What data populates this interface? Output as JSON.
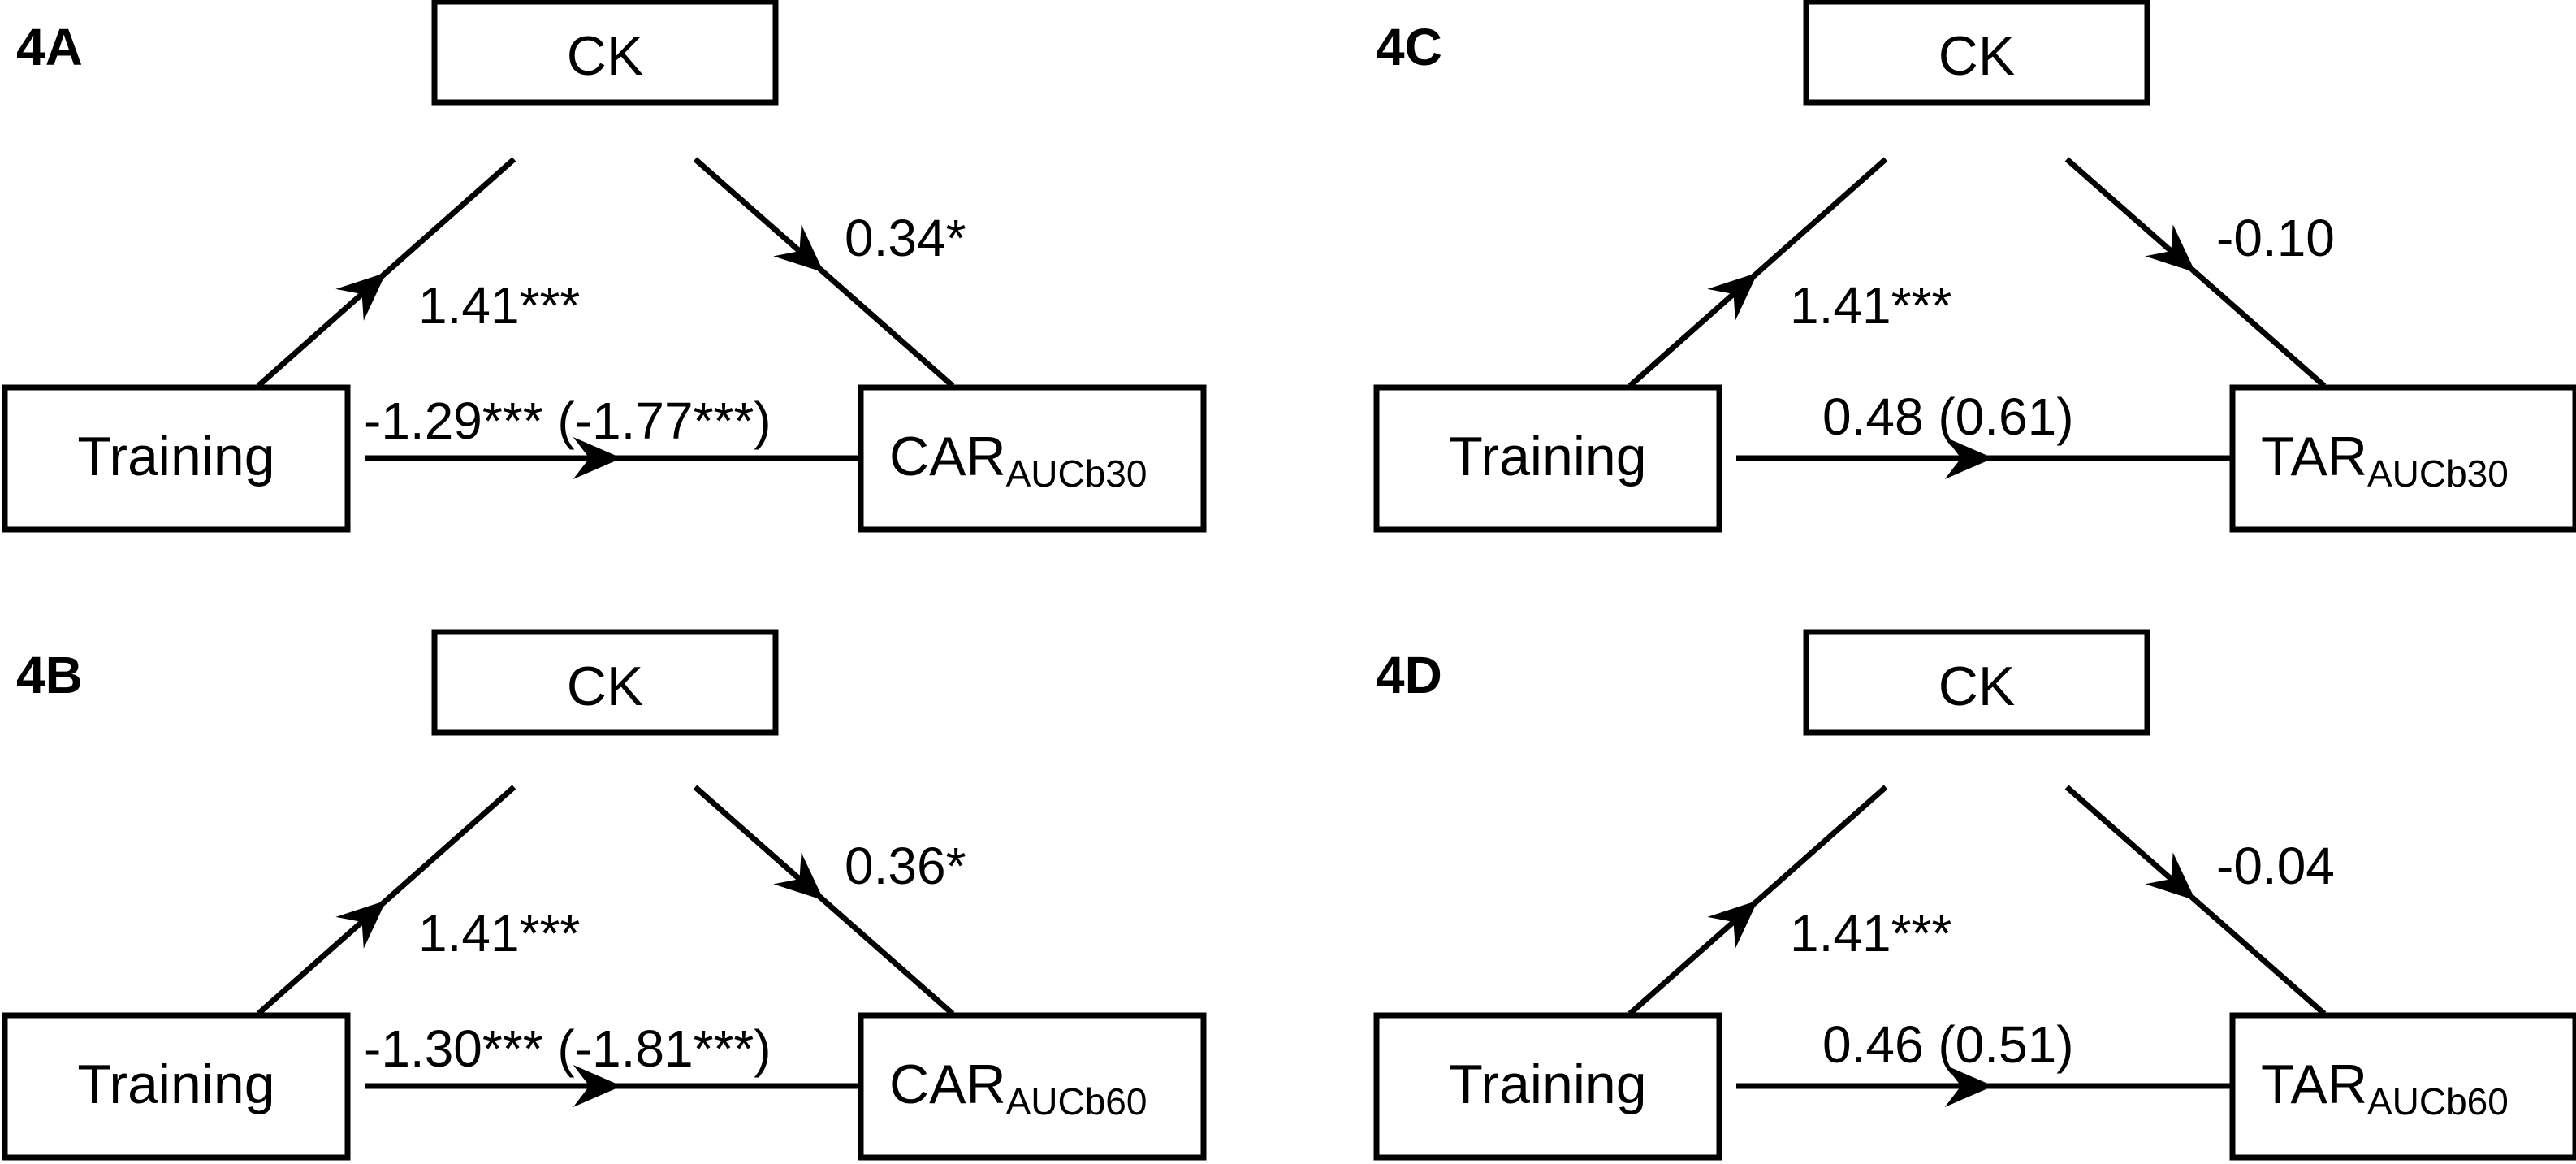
{
  "figure": {
    "panels": [
      {
        "id": "4A",
        "label": "4A",
        "nodes": {
          "mediator": {
            "text": "CK"
          },
          "predictor": {
            "text": "Training"
          },
          "outcome": {
            "text": "CAR",
            "subscript": "AUCb30"
          }
        },
        "paths": {
          "a": "1.41***",
          "b": "0.34*",
          "c": "-1.29*** (-1.77***)"
        }
      },
      {
        "id": "4B",
        "label": "4B",
        "nodes": {
          "mediator": {
            "text": "CK"
          },
          "predictor": {
            "text": "Training"
          },
          "outcome": {
            "text": "CAR",
            "subscript": "AUCb60"
          }
        },
        "paths": {
          "a": "1.41***",
          "b": "0.36*",
          "c": "-1.30*** (-1.81***)"
        }
      },
      {
        "id": "4C",
        "label": "4C",
        "nodes": {
          "mediator": {
            "text": "CK"
          },
          "predictor": {
            "text": "Training"
          },
          "outcome": {
            "text": "TAR",
            "subscript": "AUCb30"
          }
        },
        "paths": {
          "a": "1.41***",
          "b": "-0.10",
          "c": "0.48 (0.61)"
        }
      },
      {
        "id": "4D",
        "label": "4D",
        "nodes": {
          "mediator": {
            "text": "CK"
          },
          "predictor": {
            "text": "Training"
          },
          "outcome": {
            "text": "TAR",
            "subscript": "AUCb60"
          }
        },
        "paths": {
          "a": "1.41***",
          "b": "-0.04",
          "c": "0.46 (0.51)"
        }
      }
    ]
  },
  "colors": {
    "ink": "#000000",
    "background": "#ffffff"
  }
}
